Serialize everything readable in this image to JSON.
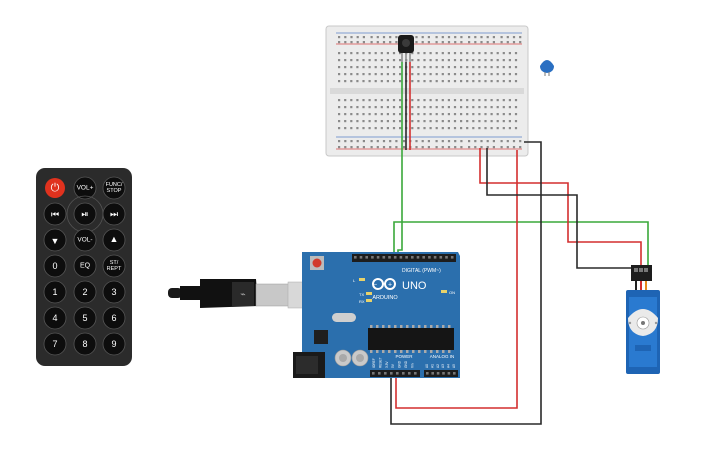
{
  "remote": {
    "buttons": {
      "power": "⏻",
      "vol_up": "VOL+",
      "func_stop": [
        "FUNC/",
        "STOP"
      ],
      "prev": "⏮",
      "play_pause": "⏯",
      "next": "⏭",
      "down": "▼",
      "vol_down": "VOL-",
      "up": "▲",
      "zero": "0",
      "eq": "EQ",
      "st_rept": [
        "ST/",
        "REPT"
      ],
      "digits": [
        "1",
        "2",
        "3",
        "4",
        "5",
        "6",
        "7",
        "8",
        "9"
      ]
    },
    "colors": {
      "body": "#2b2b2b",
      "power": "#e0321e",
      "button": "#0d0d0d"
    }
  },
  "arduino": {
    "brand": "ARDUINO",
    "model": "UNO",
    "digital_label": "DIGITAL (PWM~)",
    "power_label": "POWER",
    "analog_label": "ANALOG IN",
    "led_on_label": "ON",
    "led_l_label": "L",
    "led_tx_label": "TX",
    "led_rx_label": "RX",
    "power_pins": [
      "IOREF",
      "RESET",
      "3.3V",
      "5V",
      "GND",
      "GND",
      "Vin"
    ],
    "analog_pins": [
      "A0",
      "A1",
      "A2",
      "A3",
      "A4",
      "A5"
    ],
    "colors": {
      "board": "#2b6fad"
    }
  },
  "wires": {
    "signal": "#3aa83a",
    "power": "#d32f2f",
    "ground": "#2a2a2a"
  }
}
